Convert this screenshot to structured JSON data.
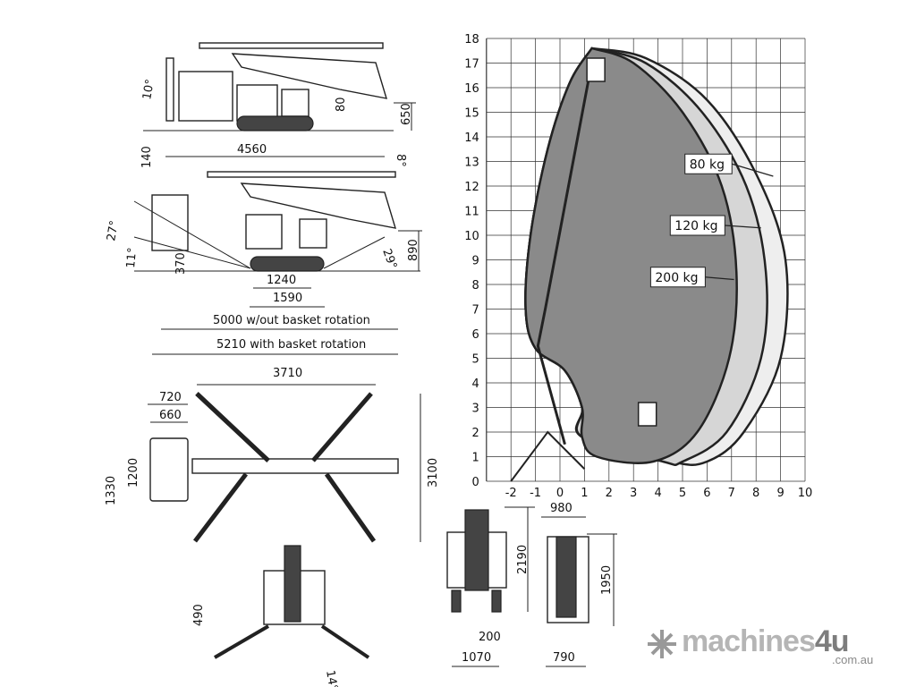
{
  "side_view_stowed": {
    "angle_left": "10°",
    "angle_right": "8°",
    "height_offset": "140",
    "length": "4560",
    "height_rear": "650",
    "inner_dim": "80"
  },
  "side_view_working": {
    "angle_basket_up": "27°",
    "angle_basket_low": "11°",
    "angle_right": "29°",
    "ground_clearance": "370",
    "height": "890",
    "track_inner": "1240",
    "track_outer": "1590",
    "length_no_rotation": "5000 w/out basket rotation",
    "length_with_rotation": "5210 with basket rotation"
  },
  "top_view": {
    "outrigger_width": "3710",
    "outrigger_depth": "3100",
    "basket_outer": "720",
    "basket_inner": "660",
    "basket_len_outer": "1330",
    "basket_len_inner": "1200"
  },
  "front_views": {
    "leg_height": "490",
    "leg_angle": "14°",
    "height_a": "2190",
    "width_top": "980",
    "height_b": "1950",
    "offset": "200",
    "width_a": "1070",
    "width_b": "790"
  },
  "chart_data": {
    "type": "area",
    "title": "Working envelope",
    "xlabel": "",
    "ylabel": "",
    "xlim": [
      -3,
      10
    ],
    "ylim": [
      0,
      18
    ],
    "x_ticks": [
      -2,
      -1,
      0,
      1,
      2,
      3,
      4,
      5,
      6,
      7,
      8,
      9,
      10
    ],
    "y_ticks": [
      0,
      1,
      2,
      3,
      4,
      5,
      6,
      7,
      8,
      9,
      10,
      11,
      12,
      13,
      14,
      15,
      16,
      17,
      18
    ],
    "grid": true,
    "series": [
      {
        "name": "80 kg",
        "color": "#eeeeee",
        "points": [
          [
            1.3,
            17.6
          ],
          [
            3.5,
            17.2
          ],
          [
            6,
            15.5
          ],
          [
            8,
            12.5
          ],
          [
            9.2,
            9
          ],
          [
            9,
            5
          ],
          [
            7.5,
            2
          ],
          [
            6,
            0.8
          ],
          [
            4.5,
            0.8
          ]
        ]
      },
      {
        "name": "120 kg",
        "color": "#d6d6d6",
        "points": [
          [
            1.3,
            17.6
          ],
          [
            3.5,
            17
          ],
          [
            5.8,
            15
          ],
          [
            7.6,
            12
          ],
          [
            8.4,
            8.5
          ],
          [
            8.2,
            5
          ],
          [
            6.8,
            2
          ],
          [
            5,
            0.8
          ],
          [
            4.2,
            0.8
          ]
        ]
      },
      {
        "name": "200 kg",
        "color": "#8a8a8a",
        "points": [
          [
            1.3,
            17.6
          ],
          [
            3,
            17
          ],
          [
            5,
            15
          ],
          [
            6.6,
            12
          ],
          [
            7.2,
            8.5
          ],
          [
            6.9,
            5
          ],
          [
            5.6,
            2
          ],
          [
            3.8,
            0.8
          ],
          [
            1.5,
            1
          ],
          [
            0.9,
            1.8
          ],
          [
            0.9,
            3
          ],
          [
            0.2,
            4.5
          ],
          [
            -1,
            5.4
          ],
          [
            -1.4,
            7
          ],
          [
            -1.2,
            10
          ],
          [
            -0.5,
            13.5
          ],
          [
            0.4,
            16.2
          ],
          [
            1.3,
            17.6
          ]
        ]
      }
    ]
  },
  "logo": {
    "brand": "machines",
    "brand_accent": "4u",
    "domain": ".com.au"
  }
}
